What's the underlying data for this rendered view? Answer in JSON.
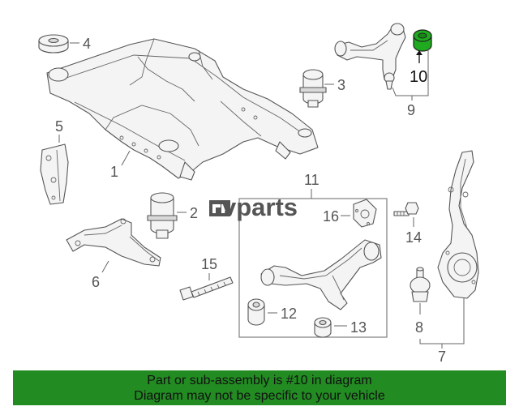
{
  "brand": {
    "watermark_text": "vparts"
  },
  "callouts": {
    "c1": "1",
    "c2": "2",
    "c3": "3",
    "c4": "4",
    "c5": "5",
    "c6": "6",
    "c7": "7",
    "c8": "8",
    "c9": "9",
    "c10": "10",
    "c11": "11",
    "c12": "12",
    "c13": "13",
    "c14": "14",
    "c15": "15",
    "c16": "16"
  },
  "highlighted_part": {
    "number": "10",
    "color": "#1faa1f"
  },
  "banner": {
    "line1": "Part or sub-assembly is #10 in diagram",
    "line2": "Diagram may not be specific to your vehicle",
    "background": "#228B22"
  }
}
